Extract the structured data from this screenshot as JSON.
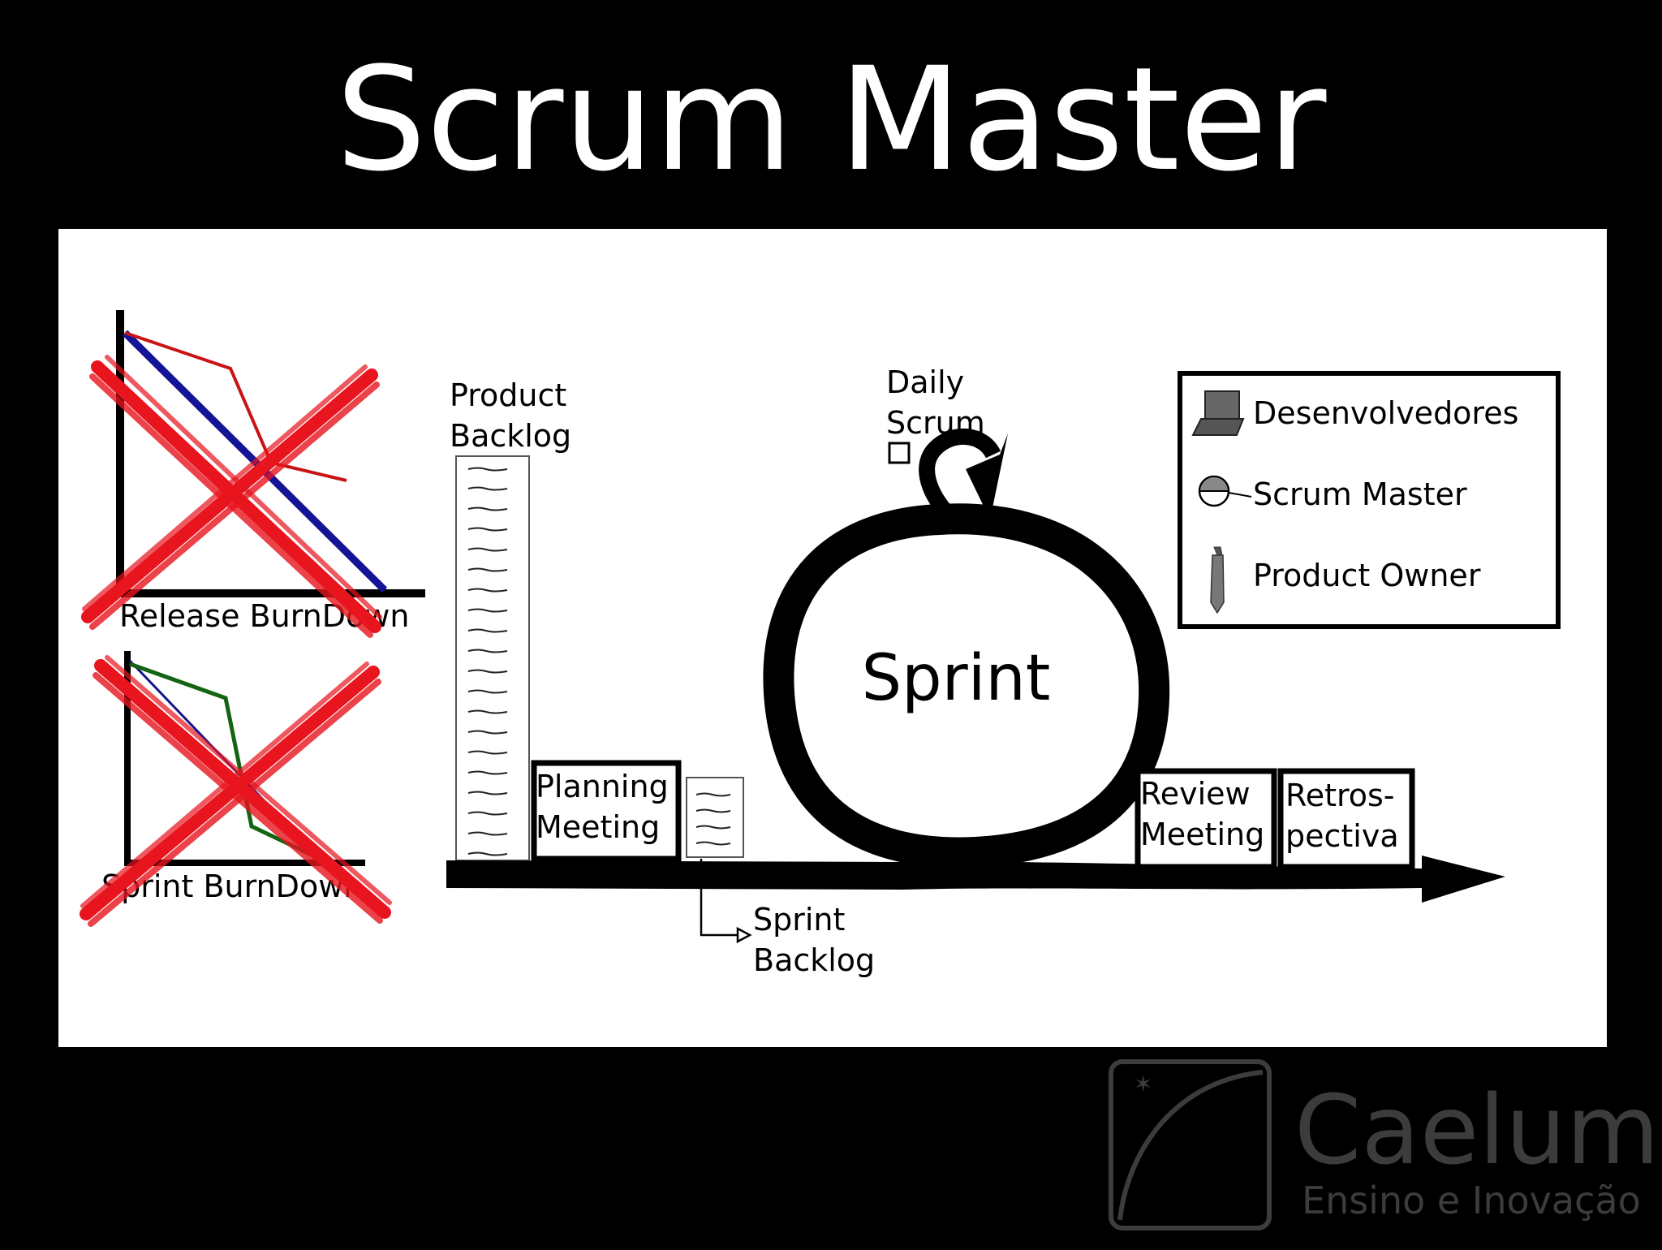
{
  "slide": {
    "title": "Scrum Master"
  },
  "charts": {
    "release_label": "Release BurnDown",
    "sprint_label": "Sprint BurnDown"
  },
  "diagram": {
    "product_backlog": [
      "Product",
      "Backlog"
    ],
    "planning_meeting": [
      "Planning",
      "Meeting"
    ],
    "sprint_backlog": [
      "Sprint",
      "Backlog"
    ],
    "daily_scrum": [
      "Daily",
      "Scrum"
    ],
    "sprint": "Sprint",
    "review_meeting": [
      "Review",
      "Meeting"
    ],
    "retrospectiva": [
      "Retros-",
      "pectiva"
    ]
  },
  "legend": {
    "items": [
      {
        "icon": "laptop-icon",
        "label": "Desenvolvedores"
      },
      {
        "icon": "scrum-master-icon",
        "label": "Scrum Master"
      },
      {
        "icon": "tie-icon",
        "label": "Product Owner"
      }
    ]
  },
  "branding": {
    "name": "Caelum",
    "tagline": "Ensino e Inovação"
  },
  "colors": {
    "cross": "#e8141e",
    "release_actual": "#c81414",
    "release_ideal": "#141496",
    "sprint_actual": "#146414",
    "sprint_ideal": "#14148c",
    "logo_gray": "#3c3c3c"
  }
}
